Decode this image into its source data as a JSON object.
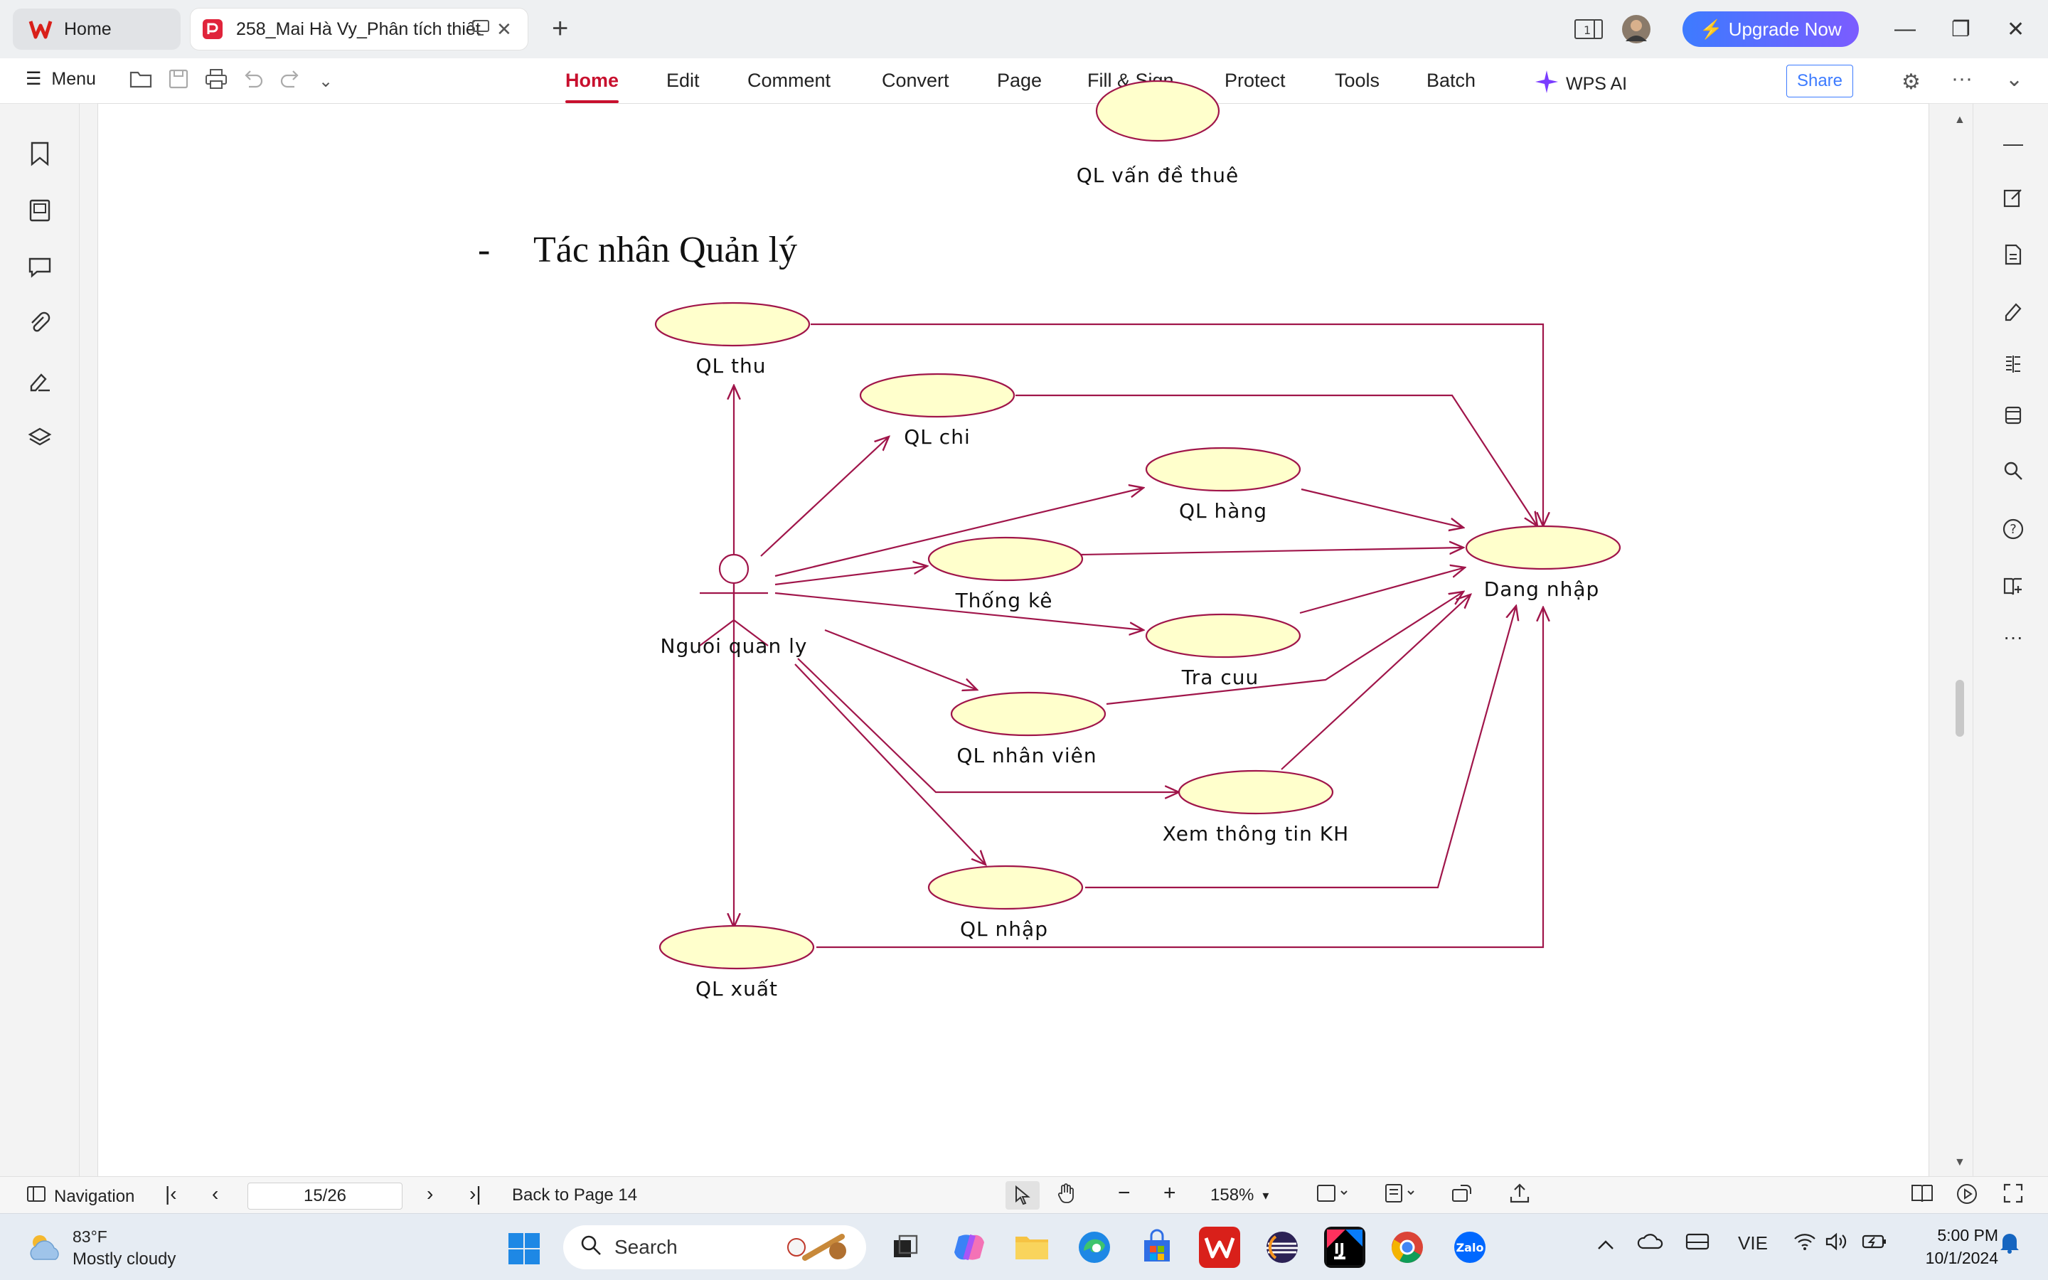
{
  "titlebar": {
    "home_tab": "Home",
    "doc_tab": "258_Mai Hà Vy_Phân tích thiết",
    "page_count_badge": "1",
    "upgrade_label": "Upgrade Now"
  },
  "menubar": {
    "menu_label": "Menu",
    "tabs": [
      "Home",
      "Edit",
      "Comment",
      "Convert",
      "Page",
      "Fill & Sign",
      "Protect",
      "Tools",
      "Batch"
    ],
    "active_tab": "Home",
    "wps_ai_label": "WPS AI",
    "share_label": "Share"
  },
  "document": {
    "top_label": "QL vấn đề thuê",
    "section_bullet": "-",
    "section_title": "Tác nhân Quản lý",
    "actor": "Nguoi quan ly",
    "use_cases": {
      "ql_thu": "QL thu",
      "ql_chi": "QL chi",
      "ql_hang": "QL hàng",
      "thong_ke": "Thống kê",
      "tra_cuu": "Tra cuu",
      "ql_nhan_vien": "QL nhân viên",
      "xem_thong_tin": "Xem thông tin KH",
      "ql_nhap": "QL nhập",
      "ql_xuat": "QL xuất",
      "dang_nhap": "Dang nhập"
    },
    "colors": {
      "usecase_fill": "#ffffcc",
      "line": "#a0154a"
    }
  },
  "statusbar": {
    "navigation_label": "Navigation",
    "page_indicator": "15/26",
    "back_label": "Back to Page 14",
    "zoom": "158%"
  },
  "taskbar": {
    "weather_temp": "83°F",
    "weather_desc": "Mostly cloudy",
    "search_placeholder": "Search",
    "language": "VIE",
    "time": "5:00 PM",
    "date": "10/1/2024"
  }
}
